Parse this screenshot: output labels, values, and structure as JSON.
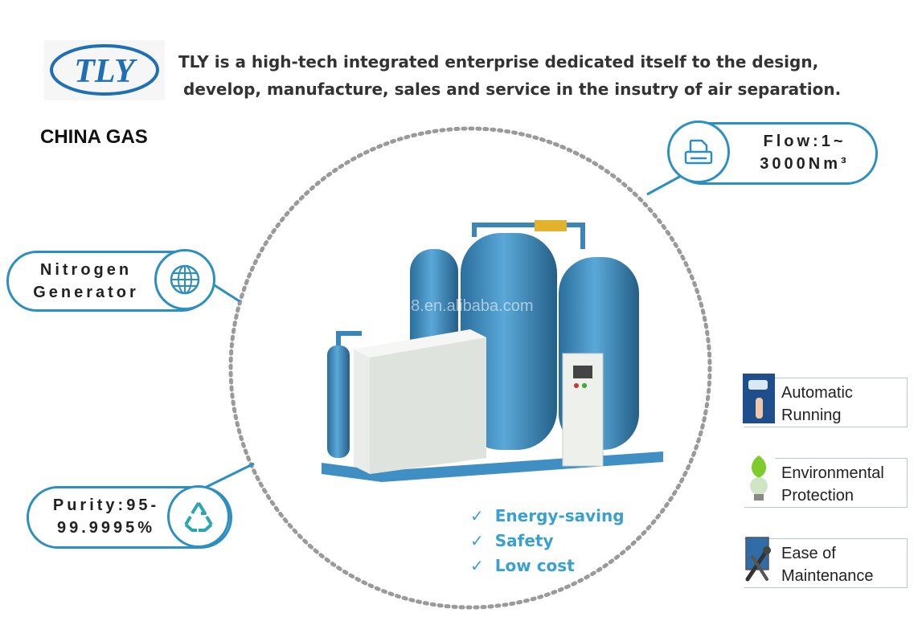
{
  "logo": {
    "text": "TLY",
    "color": "#1e6fb4"
  },
  "tagline": {
    "line1": "TLY is a high-tech integrated enterprise dedicated itself to the design,",
    "line2": "develop, manufacture, sales and service in the insutry of air separation."
  },
  "brand": "CHINA GAS",
  "watermark": "teluoyi1688.en.alibaba.com",
  "callouts": {
    "flow": {
      "line1": "Flow:1~",
      "line2": "3000Nm³",
      "icon": "document-print-icon"
    },
    "nitrogen": {
      "line1": "Nitrogen",
      "line2": "Generator",
      "icon": "globe-icon"
    },
    "purity": {
      "line1": "Purity:95-",
      "line2": "99.9995%",
      "icon": "recycle-icon"
    }
  },
  "features": [
    {
      "line1": "Automatic",
      "line2": "Running",
      "icon": "switch-icon"
    },
    {
      "line1": "Environmental",
      "line2": "Protection",
      "icon": "eco-bulb-icon"
    },
    {
      "line1": "Ease of",
      "line2": "Maintenance",
      "icon": "tools-icon"
    }
  ],
  "benefits": [
    "Energy-saving",
    "Safety",
    "Low cost"
  ],
  "colors": {
    "accent": "#2d8fbf",
    "benefit": "#3aa0d0",
    "machine": "#3f8fc4"
  }
}
